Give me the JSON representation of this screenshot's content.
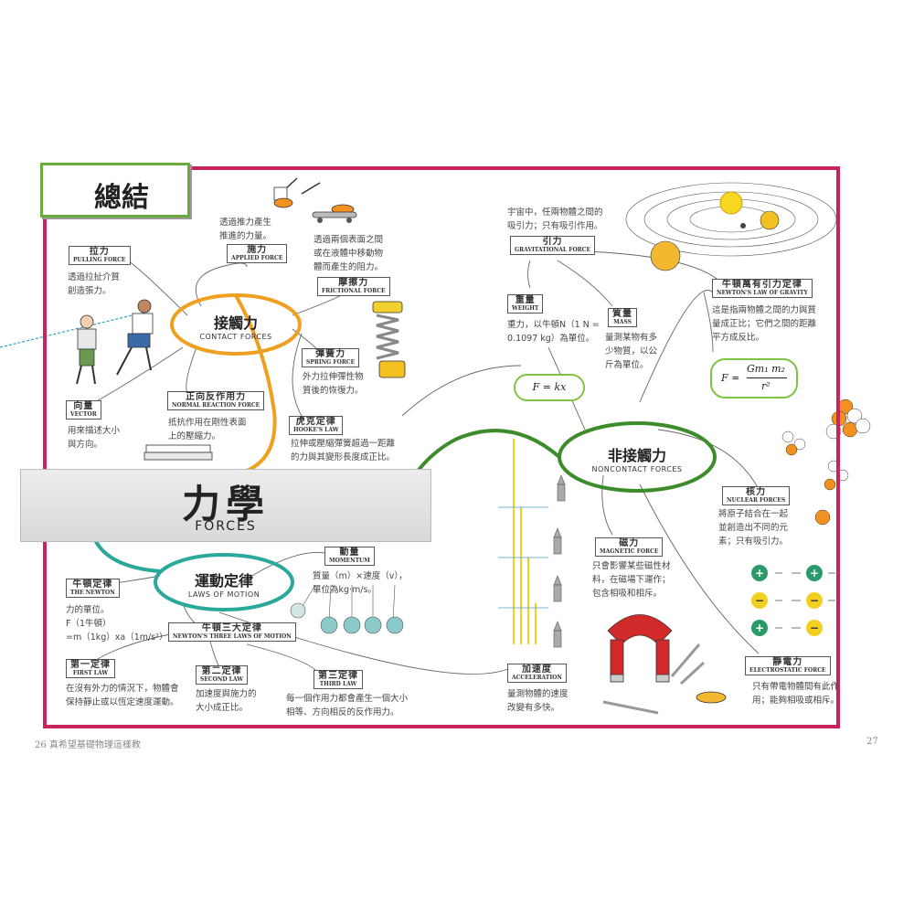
{
  "summary": {
    "title": "總結"
  },
  "center": {
    "zh": "力學",
    "en": "FORCES"
  },
  "hubs": {
    "contact": {
      "zh": "接觸力",
      "en": "CONTACT FORCES"
    },
    "noncontact": {
      "zh": "非接觸力",
      "en": "NONCONTACT FORCES"
    },
    "motion": {
      "zh": "運動定律",
      "en": "LAWS OF MOTION"
    }
  },
  "nodes": {
    "pulling": {
      "zh": "拉力",
      "en": "PULLING FORCE",
      "desc": [
        "透過拉扯介質",
        "創造張力。"
      ]
    },
    "applied": {
      "zh": "施力",
      "en": "APPLIED FORCE",
      "desc": [
        "透過推力產生",
        "推進的力量。"
      ]
    },
    "frictional": {
      "zh": "摩擦力",
      "en": "FRICTIONAL FORCE",
      "desc": [
        "透過兩個表面之間",
        "或在液體中移動物",
        "體而產生的阻力。"
      ]
    },
    "spring": {
      "zh": "彈簧力",
      "en": "SPRING FORCE",
      "desc": [
        "外力拉伸彈性物",
        "質後的恢復力。"
      ]
    },
    "vector": {
      "zh": "向量",
      "en": "VECTOR",
      "desc": [
        "用來描述大小",
        "與方向。"
      ]
    },
    "normal": {
      "zh": "正向反作用力",
      "en": "NORMAL REACTION FORCE",
      "desc": [
        "抵抗作用在剛性表面",
        "上的壓縮力。"
      ]
    },
    "hooke": {
      "zh": "虎克定律",
      "en": "HOOKE'S LAW",
      "desc": [
        "拉伸或壓縮彈簧超過一距離",
        "的力與其變形長度成正比。"
      ]
    },
    "gravitational": {
      "zh": "引力",
      "en": "GRAVITATIONAL FORCE",
      "desc": [
        "宇宙中，任兩物體之間的",
        "吸引力；只有吸引作用。"
      ]
    },
    "weight": {
      "zh": "重量",
      "en": "WEIGHT",
      "desc": [
        "重力，以牛頓N（1 N =",
        "0.1097 kg）為單位。"
      ]
    },
    "mass": {
      "zh": "質量",
      "en": "MASS",
      "desc": [
        "量測某物有多",
        "少物質，以公",
        "斤為單位。"
      ]
    },
    "newton_gravity": {
      "zh": "牛頓萬有引力定律",
      "en": "NEWTON'S LAW OF GRAVITY",
      "desc": [
        "這是指兩物體之間的力與質",
        "量成正比；它們之間的距離",
        "平方成反比。"
      ]
    },
    "nuclear": {
      "zh": "核力",
      "en": "NUCLEAR FORCES",
      "desc": [
        "將原子結合在一起",
        "並創造出不同的元",
        "素；只有吸引力。"
      ]
    },
    "magnetic": {
      "zh": "磁力",
      "en": "MAGNETIC FORCE",
      "desc": [
        "只會影響某些磁性材",
        "料，在磁場下運作；",
        "包含相吸和相斥。"
      ]
    },
    "electrostatic": {
      "zh": "靜電力",
      "en": "ELECTROSTATIC FORCE",
      "desc": [
        "只有帶電物體間有此作",
        "用；能夠相吸或相斥。"
      ]
    },
    "momentum": {
      "zh": "動量",
      "en": "MOMENTUM",
      "desc": [
        "質量（m）×速度（v），",
        "單位為kg·m/s。"
      ]
    },
    "the_newton": {
      "zh": "牛頓定律",
      "en": "THE NEWTON",
      "desc": [
        "力的單位。",
        "F（1牛頓）",
        "=m（1kg）xa（1m/s²）"
      ]
    },
    "three_laws": {
      "zh": "牛頓三大定律",
      "en": "NEWTON'S THREE LAWS OF MOTION"
    },
    "first": {
      "zh": "第一定律",
      "en": "FIRST LAW",
      "desc": [
        "在沒有外力的情況下，物體會",
        "保持靜止或以恆定速度運動。"
      ]
    },
    "second": {
      "zh": "第二定律",
      "en": "SECOND LAW",
      "desc": [
        "加速度與施力的",
        "大小成正比。"
      ]
    },
    "third": {
      "zh": "第三定律",
      "en": "THIRD LAW",
      "desc": [
        "每一個作用力都會產生一個大小",
        "相等、方向相反的反作用力。"
      ]
    },
    "acceleration": {
      "zh": "加速度",
      "en": "ACCELERATION",
      "desc": [
        "量測物體的速度",
        "改變有多快。"
      ]
    }
  },
  "formulas": {
    "hooke": "F = kx",
    "gravity_lhs": "F =",
    "gravity_num": "Gm₁ m₂",
    "gravity_den": "r²"
  },
  "charges": [
    "+",
    "+",
    "−",
    "−",
    "+",
    "−"
  ],
  "footer": {
    "left_page": "26",
    "book_title": "真希望基礎物理這樣教",
    "right_page": "27"
  },
  "colors": {
    "frame": "#c8245a",
    "contact_hub": "#f0a020",
    "noncontact_hub": "#3c8c2c",
    "motion_hub": "#2aa89a",
    "formula_border": "#7ec443",
    "check": "#e0242c"
  }
}
